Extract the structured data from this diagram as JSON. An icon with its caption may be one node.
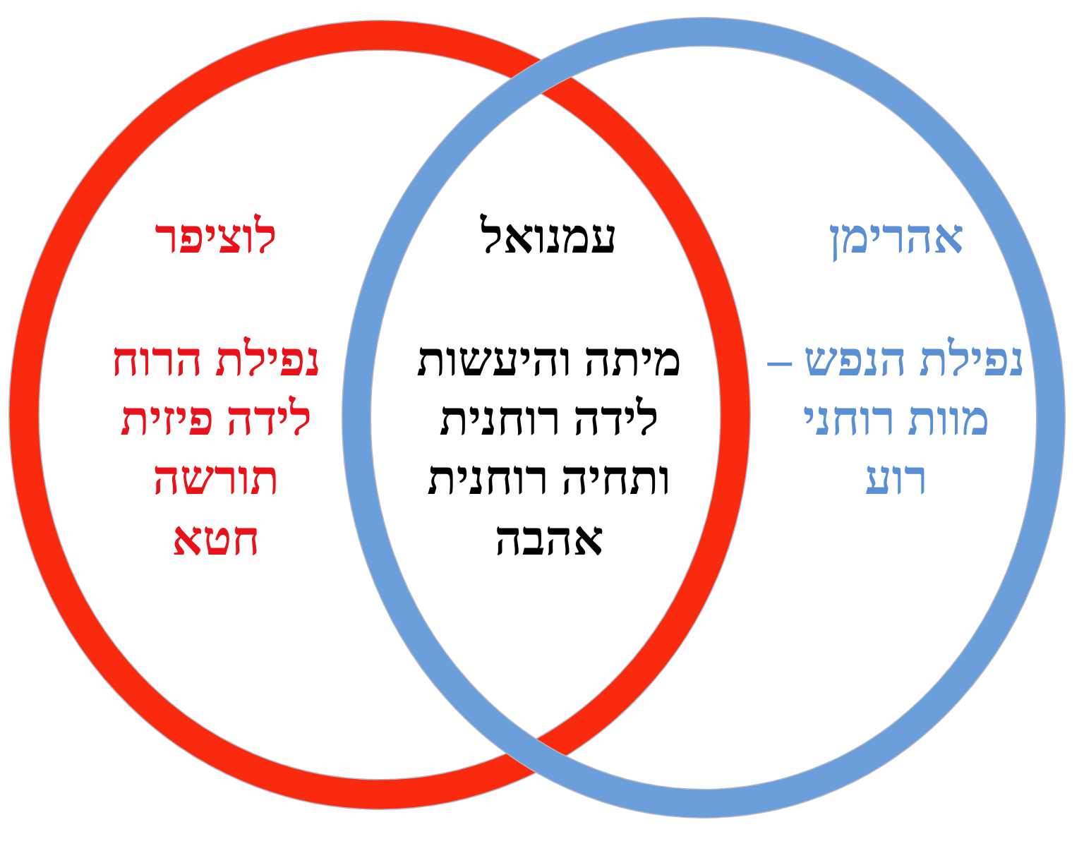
{
  "diagram": {
    "nodes": [
      {
        "text": [
          "לוציפר",
          "נפילת הרוח",
          "לידה פיזית",
          "תורשה",
          "חטא"
        ]
      },
      {
        "text": [
          "אהרימן",
          "נפילת הנפש – מוות רוחני",
          "רוע"
        ]
      }
    ],
    "labels": [
      "עמנואל",
      "מיתה והיעשות",
      "לידה רוחנית ותחיה רוחנית",
      "אהבה"
    ]
  }
}
